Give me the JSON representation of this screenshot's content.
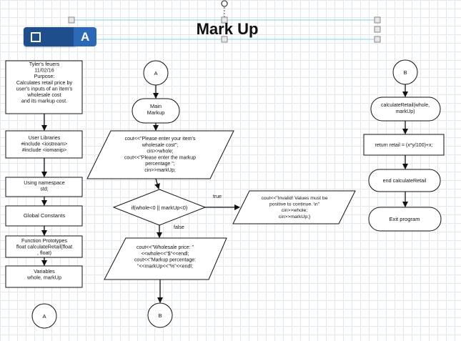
{
  "title": "Mark Up",
  "toolbar": {
    "letter": "A"
  },
  "nodes": {
    "header": [
      "Tyler's feuers",
      "11/02/16",
      "Purpose:",
      "Calculates retail price by",
      "user's inputs of an item's",
      "wholesale cost",
      "and its markup cost."
    ],
    "libraries": [
      "User Libraries",
      "#include <iostream>",
      "#include <iomanip>"
    ],
    "namespace": [
      "Using namespace",
      "std;"
    ],
    "globals": [
      "Global Constants"
    ],
    "prototypes": [
      "Function Prototypes",
      "float calculateRetail(float",
      ", float)"
    ],
    "variables": [
      "Variables",
      "whole, markUp"
    ],
    "connector_a1": [
      "A"
    ],
    "connector_a2": [
      "A"
    ],
    "main": [
      "Main",
      "Markup"
    ],
    "input": [
      "cout<<\"Please enter your item's",
      "wholesale cost\";",
      "cin>>whole;",
      "cout<<\"Please enter the markup",
      "percentage \";",
      "cin>>markUp;"
    ],
    "decision": [
      "if(whole<0 || markUp<0)"
    ],
    "invalid": [
      "cout<<\"Invalid! Values must be",
      "positive to continue. \\n\"",
      "cin>>whole;",
      "cin>>markUp;}"
    ],
    "output": [
      "cout<<\"Wholesale price: \"",
      "<<whole<<\"$\"<<endl;",
      "cout<<\"Markup percentage:",
      "\"<<markUp<<\"%\"<<endl;"
    ],
    "connector_b1": [
      "B"
    ],
    "connector_b2": [
      "B"
    ],
    "calc": [
      "calculateRetail(whole,",
      "markUp)"
    ],
    "return": [
      "return retail = (x*y/100)+x;"
    ],
    "end_calc": [
      "end calculateRetail"
    ],
    "exit": [
      "Exit program"
    ]
  },
  "edge_labels": {
    "true": "true",
    "false": "false"
  }
}
